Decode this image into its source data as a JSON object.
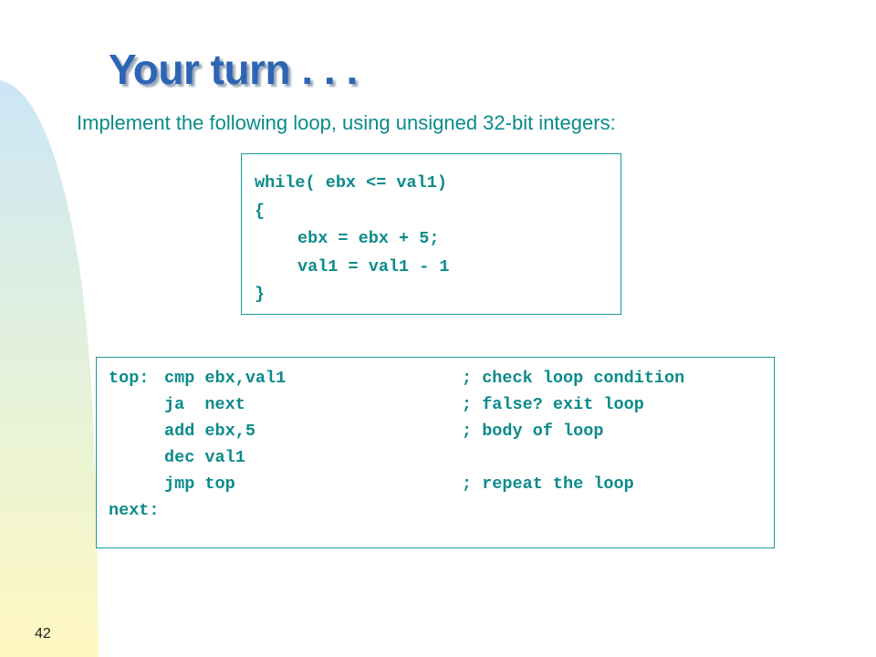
{
  "slide": {
    "title": "Your turn . . .",
    "subtitle": "Implement the following loop, using unsigned 32-bit integers:",
    "page_number": "42"
  },
  "c_code": {
    "lines": [
      "while( ebx <= val1)",
      "{",
      "ebx = ebx + 5;",
      "val1 = val1 - 1",
      "}"
    ]
  },
  "asm_code": {
    "rows": [
      {
        "label": "top:",
        "instr": "cmp ebx,val1",
        "comment": "; check loop condition"
      },
      {
        "label": "",
        "instr": "ja  next",
        "comment": "; false? exit loop"
      },
      {
        "label": "",
        "instr": "add ebx,5",
        "comment": "; body of loop"
      },
      {
        "label": "",
        "instr": "dec val1",
        "comment": ""
      },
      {
        "label": "",
        "instr": "jmp top",
        "comment": "; repeat the loop"
      },
      {
        "label": "next:",
        "instr": "",
        "comment": ""
      }
    ]
  },
  "colors": {
    "title": "#2e64b4",
    "text": "#0b8a8a",
    "swoosh_top": "#cfe8f5",
    "swoosh_bottom": "#fff8c0"
  }
}
